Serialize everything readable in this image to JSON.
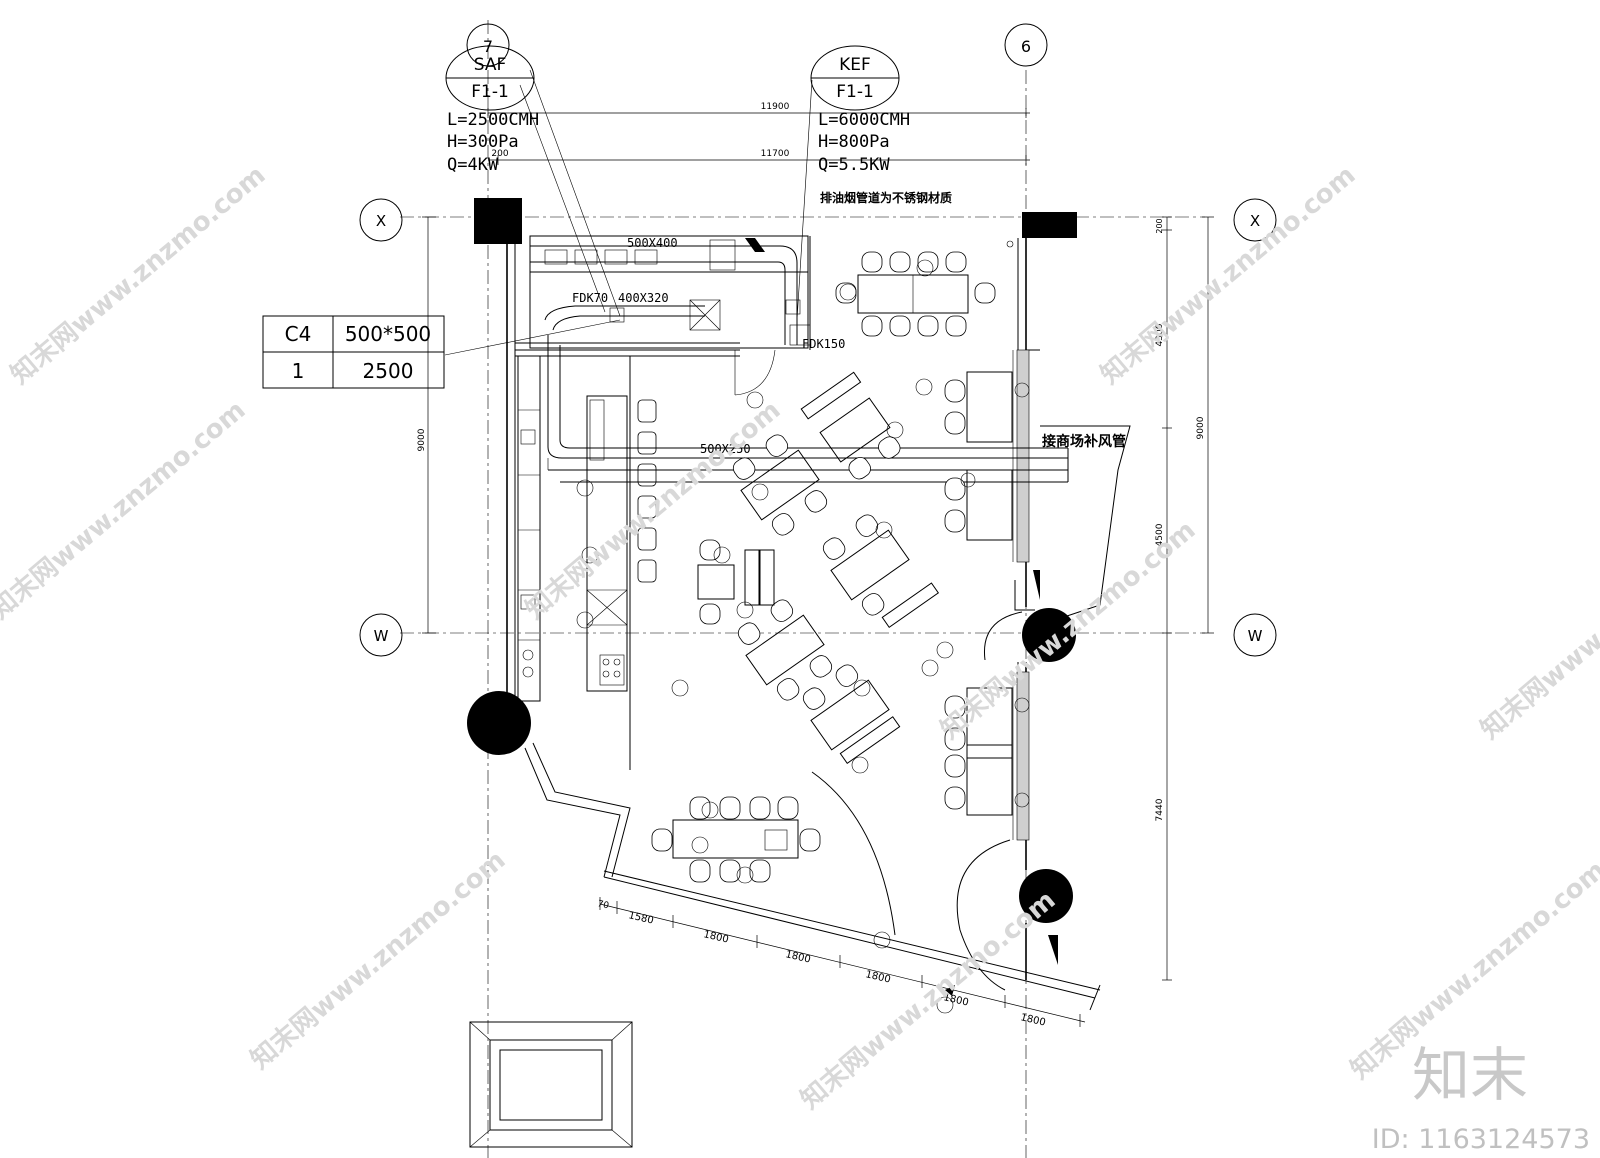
{
  "grid": {
    "col7": "7",
    "col6": "6",
    "rowX_left": "X",
    "rowX_right": "X",
    "rowW_left": "W",
    "rowW_right": "W"
  },
  "equipment": {
    "saf": {
      "name": "SAF",
      "code": "F1-1",
      "flow": "L=2500CMH",
      "pressure": "H=300Pa",
      "power": "Q=4KW"
    },
    "kef": {
      "name": "KEF",
      "code": "F1-1",
      "flow": "L=6000CMH",
      "pressure": "H=800Pa",
      "power": "Q=5.5KW"
    }
  },
  "notes": {
    "stainless": "排油烟管道为不锈钢材质",
    "mall_supply": "接商场补风管"
  },
  "ducts": {
    "d1": "500X400",
    "d2": "400X320",
    "d3": "500X250",
    "fdk70": "FDK70",
    "fdk150": "FDK150"
  },
  "schedule": {
    "r1c1": "C4",
    "r1c2": "500*500",
    "r2c1": "1",
    "r2c2": "2500"
  },
  "dims": {
    "top1": "11900",
    "top2": "11700",
    "top3": "200",
    "left_9000": "9000",
    "right_200": "200",
    "right_4300": "4300",
    "right_9000": "9000",
    "right_4500": "4500",
    "right_7440": "7440",
    "bottom_70": "70",
    "bottom_1580": "1580",
    "bottom_1800a": "1800",
    "bottom_1800b": "1800",
    "bottom_1800c": "1800",
    "bottom_1800d": "1800",
    "bottom_1800e": "1800"
  },
  "watermark": {
    "site": "知末网www.znzmo.com",
    "brand": "知末",
    "id": "ID: 1163124573"
  }
}
